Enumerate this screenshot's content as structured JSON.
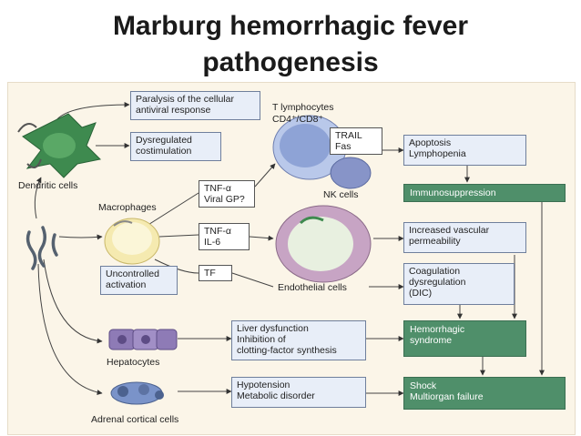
{
  "title": {
    "line1": "Marburg hemorrhagic fever",
    "line2": "pathogenesis"
  },
  "cells": {
    "dendritic": "Dendritic cells",
    "macrophages": "Macrophages",
    "hepatocytes": "Hepatocytes",
    "adrenal": "Adrenal cortical cells",
    "t_lymphocytes": "T lymphocytes",
    "t_subsets": "CD4⁺/CD8⁺",
    "nk": "NK cells",
    "endothelial": "Endothelial cells"
  },
  "boxes": {
    "paralysis": [
      "Paralysis of the cellular",
      "antiviral response"
    ],
    "dysregulated": [
      "Dysregulated",
      "costimulation"
    ],
    "tnf_viral": [
      "TNF-α",
      "Viral GP?"
    ],
    "tnf_il6": [
      "TNF-α",
      "IL-6"
    ],
    "tf": [
      "TF"
    ],
    "uncontrolled": [
      "Uncontrolled",
      "activation"
    ],
    "trail_fas": [
      "TRAIL",
      "Fas"
    ],
    "apoptosis": [
      "Apoptosis",
      "Lymphopenia"
    ],
    "immunosuppression": [
      "Immunosuppression"
    ],
    "vascular": [
      "Increased vascular",
      "permeability"
    ],
    "coagulation": [
      "Coagulation",
      "dysregulation",
      "(DIC)"
    ],
    "hemorrhagic": [
      "Hemorrhagic",
      "syndrome"
    ],
    "liver": [
      "Liver dysfunction",
      "Inhibition of",
      "clotting-factor synthesis"
    ],
    "hypotension": [
      "Hypotension",
      "Metabolic disorder"
    ],
    "shock": [
      "Shock",
      "Multiorgan failure"
    ]
  }
}
